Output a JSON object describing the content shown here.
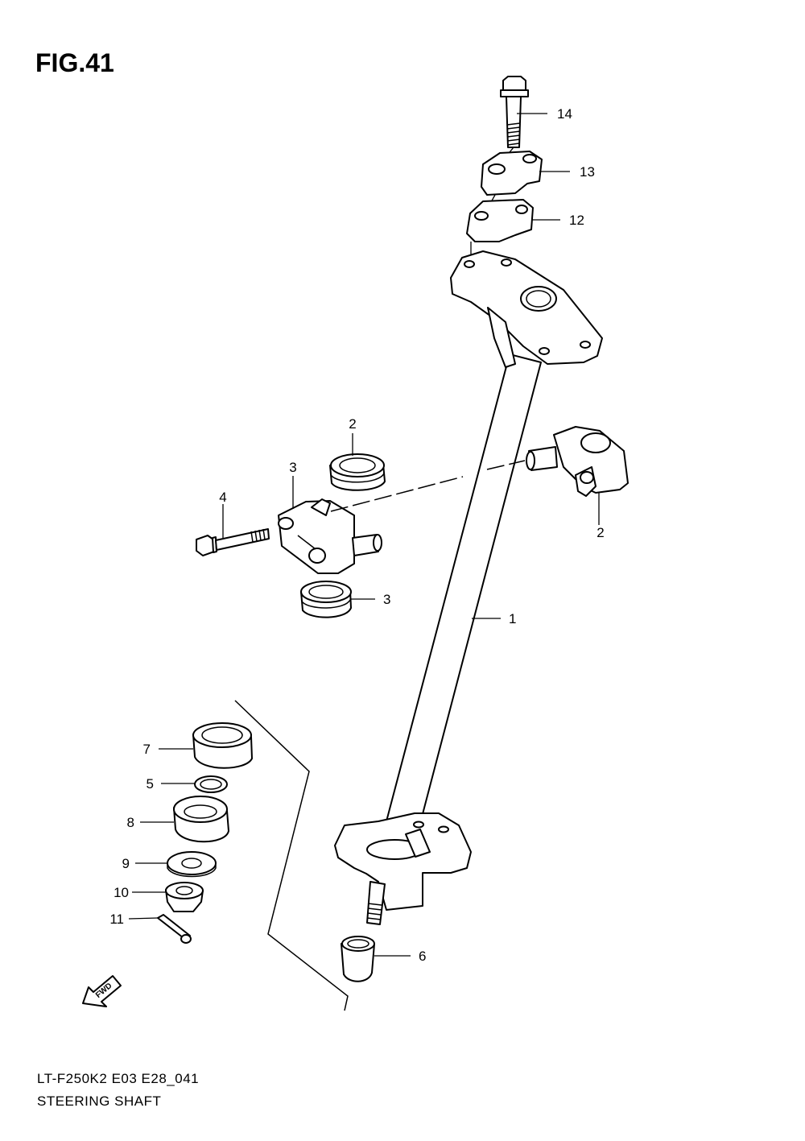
{
  "figure": {
    "title": "FIG.41"
  },
  "footer": {
    "model_code": "LT-F250K2 E03 E28_041",
    "name": "STEERING SHAFT"
  },
  "fwd_label": "FWD",
  "callouts": [
    "14",
    "13",
    "12",
    "2",
    "3",
    "4",
    "3",
    "2",
    "1",
    "7",
    "5",
    "8",
    "9",
    "10",
    "11",
    "6"
  ]
}
